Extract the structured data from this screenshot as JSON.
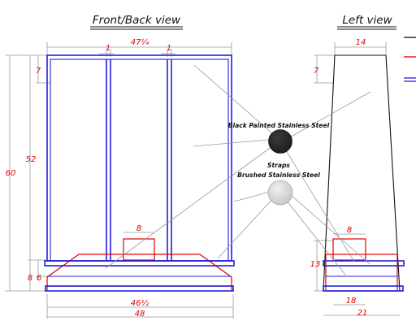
{
  "views": {
    "front_title": "Front/Back view",
    "left_title": "Left view"
  },
  "dimensions": {
    "top_width": "47¼",
    "post_left": "1",
    "post_right": "1",
    "height_60": "60",
    "height_52": "52",
    "top_7": "7",
    "base_8": "8",
    "base_6": "6",
    "block_8": "8",
    "bottom_inner": "46½",
    "bottom_48": "48",
    "side_14": "14",
    "side_7": "7",
    "side_13": "13",
    "side_block_8": "8",
    "side_18": "18",
    "side_21": "21"
  },
  "materials": [
    {
      "label_lines": [
        "Black Painted Stainless Steel"
      ],
      "color": "#1e1e1e"
    },
    {
      "label_lines": [
        "Straps",
        "Brushed Stainless Steel"
      ],
      "color": "#c8c8c8"
    }
  ],
  "legend_colors": [
    "#111111",
    "#e00000",
    "#2020e0"
  ]
}
